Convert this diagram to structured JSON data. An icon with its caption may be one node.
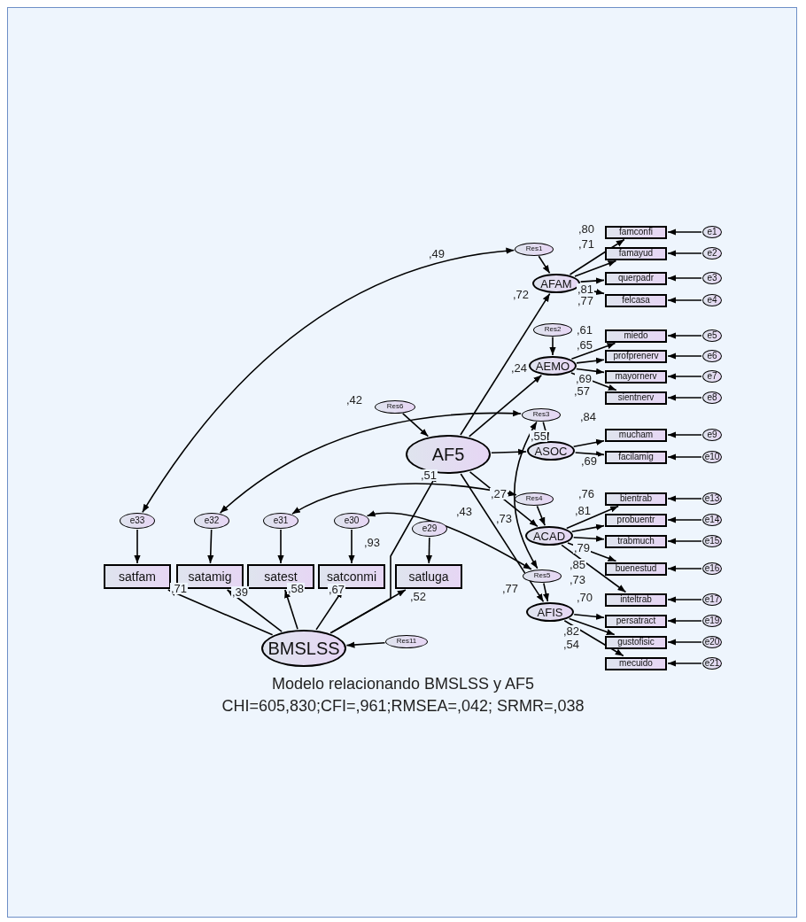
{
  "diagram": {
    "nodes": [
      {
        "text": [
          "Res1"
        ]
      },
      {
        "text": [
          "AFAM"
        ]
      },
      {
        "text": [
          "famconfi"
        ]
      },
      {
        "text": [
          "e1"
        ]
      },
      {
        "text": [
          "famayud"
        ]
      },
      {
        "text": [
          "e2"
        ]
      },
      {
        "text": [
          "querpadr"
        ]
      },
      {
        "text": [
          "e3"
        ]
      },
      {
        "text": [
          "felcasa"
        ]
      },
      {
        "text": [
          "e4"
        ]
      },
      {
        "text": [
          "Res2"
        ]
      },
      {
        "text": [
          "AEMO"
        ]
      },
      {
        "text": [
          "miedo"
        ]
      },
      {
        "text": [
          "e5"
        ]
      },
      {
        "text": [
          "profprenerv"
        ]
      },
      {
        "text": [
          "e6"
        ]
      },
      {
        "text": [
          "mayornerv"
        ]
      },
      {
        "text": [
          "e7"
        ]
      },
      {
        "text": [
          "sientnerv"
        ]
      },
      {
        "text": [
          "e8"
        ]
      },
      {
        "text": [
          "Res6"
        ]
      },
      {
        "text": [
          "Res3"
        ]
      },
      {
        "text": [
          "AF5"
        ]
      },
      {
        "text": [
          "ASOC"
        ]
      },
      {
        "text": [
          "mucham"
        ]
      },
      {
        "text": [
          "e9"
        ]
      },
      {
        "text": [
          "facilamig"
        ]
      },
      {
        "text": [
          "e10"
        ]
      },
      {
        "text": [
          "Res4"
        ]
      },
      {
        "text": [
          "ACAD"
        ]
      },
      {
        "text": [
          "bientrab"
        ]
      },
      {
        "text": [
          "e13"
        ]
      },
      {
        "text": [
          "probuentr"
        ]
      },
      {
        "text": [
          "e14"
        ]
      },
      {
        "text": [
          "trabmuch"
        ]
      },
      {
        "text": [
          "e15"
        ]
      },
      {
        "text": [
          "buenestud"
        ]
      },
      {
        "text": [
          "e16"
        ]
      },
      {
        "text": [
          "inteltrab"
        ]
      },
      {
        "text": [
          "e17"
        ]
      },
      {
        "text": [
          "e33"
        ]
      },
      {
        "text": [
          "e32"
        ]
      },
      {
        "text": [
          "e31"
        ]
      },
      {
        "text": [
          "e30"
        ]
      },
      {
        "text": [
          "e29"
        ]
      },
      {
        "text": [
          "satfam"
        ]
      },
      {
        "text": [
          "satamig"
        ]
      },
      {
        "text": [
          "satest"
        ]
      },
      {
        "text": [
          "satconmi"
        ]
      },
      {
        "text": [
          "satluga"
        ]
      },
      {
        "text": [
          "Res5"
        ]
      },
      {
        "text": [
          "AFIS"
        ]
      },
      {
        "text": [
          "persatract"
        ]
      },
      {
        "text": [
          "e19"
        ]
      },
      {
        "text": [
          "gustofisic"
        ]
      },
      {
        "text": [
          "e20"
        ]
      },
      {
        "text": [
          "mecuido"
        ]
      },
      {
        "text": [
          "e21"
        ]
      },
      {
        "text": [
          "BMSLSS"
        ]
      },
      {
        "text": [
          "Res11"
        ]
      }
    ],
    "edges": [
      {
        "from": 0,
        "to": 1,
        "arrow": "to"
      },
      {
        "from": 10,
        "to": 11,
        "arrow": "to"
      },
      {
        "from": 21,
        "to": 23,
        "arrow": "to"
      },
      {
        "from": 28,
        "to": 29,
        "arrow": "to"
      },
      {
        "from": 50,
        "to": 51,
        "arrow": "to"
      },
      {
        "from": 20,
        "to": 22,
        "arrow": "to"
      },
      {
        "from": 59,
        "to": 58,
        "arrow": "to"
      },
      {
        "from": 22,
        "to": 1,
        "arrow": "to"
      },
      {
        "from": 22,
        "to": 11,
        "arrow": "to"
      },
      {
        "from": 22,
        "to": 23,
        "arrow": "to"
      },
      {
        "from": 22,
        "to": 29,
        "arrow": "to"
      },
      {
        "from": 22,
        "to": 51,
        "arrow": "to"
      },
      {
        "from": 58,
        "to": 22,
        "arrow": "to"
      },
      {
        "from": 58,
        "to": 45,
        "arrow": "to"
      },
      {
        "from": 58,
        "to": 46,
        "arrow": "to"
      },
      {
        "from": 58,
        "to": 47,
        "arrow": "to"
      },
      {
        "from": 58,
        "to": 48,
        "arrow": "to"
      },
      {
        "from": 58,
        "to": 49,
        "arrow": "to"
      },
      {
        "from": 40,
        "to": 45,
        "arrow": "to"
      },
      {
        "from": 41,
        "to": 46,
        "arrow": "to"
      },
      {
        "from": 42,
        "to": 47,
        "arrow": "to"
      },
      {
        "from": 43,
        "to": 48,
        "arrow": "to"
      },
      {
        "from": 44,
        "to": 49,
        "arrow": "to"
      },
      {
        "from": 1,
        "to": 2,
        "arrow": "to"
      },
      {
        "from": 1,
        "to": 4,
        "arrow": "to"
      },
      {
        "from": 1,
        "to": 6,
        "arrow": "to"
      },
      {
        "from": 1,
        "to": 8,
        "arrow": "to"
      },
      {
        "from": 3,
        "to": 2,
        "arrow": "to"
      },
      {
        "from": 5,
        "to": 4,
        "arrow": "to"
      },
      {
        "from": 7,
        "to": 6,
        "arrow": "to"
      },
      {
        "from": 9,
        "to": 8,
        "arrow": "to"
      },
      {
        "from": 11,
        "to": 12,
        "arrow": "to"
      },
      {
        "from": 11,
        "to": 14,
        "arrow": "to"
      },
      {
        "from": 11,
        "to": 16,
        "arrow": "to"
      },
      {
        "from": 11,
        "to": 18,
        "arrow": "to"
      },
      {
        "from": 13,
        "to": 12,
        "arrow": "to"
      },
      {
        "from": 15,
        "to": 14,
        "arrow": "to"
      },
      {
        "from": 17,
        "to": 16,
        "arrow": "to"
      },
      {
        "from": 19,
        "to": 18,
        "arrow": "to"
      },
      {
        "from": 23,
        "to": 24,
        "arrow": "to"
      },
      {
        "from": 23,
        "to": 26,
        "arrow": "to"
      },
      {
        "from": 25,
        "to": 24,
        "arrow": "to"
      },
      {
        "from": 27,
        "to": 26,
        "arrow": "to"
      },
      {
        "from": 29,
        "to": 30,
        "arrow": "to"
      },
      {
        "from": 29,
        "to": 32,
        "arrow": "to"
      },
      {
        "from": 29,
        "to": 34,
        "arrow": "to"
      },
      {
        "from": 29,
        "to": 36,
        "arrow": "to"
      },
      {
        "from": 29,
        "to": 38,
        "arrow": "to"
      },
      {
        "from": 31,
        "to": 30,
        "arrow": "to"
      },
      {
        "from": 33,
        "to": 32,
        "arrow": "to"
      },
      {
        "from": 35,
        "to": 34,
        "arrow": "to"
      },
      {
        "from": 37,
        "to": 36,
        "arrow": "to"
      },
      {
        "from": 39,
        "to": 38,
        "arrow": "to"
      },
      {
        "from": 51,
        "to": 52,
        "arrow": "to"
      },
      {
        "from": 51,
        "to": 54,
        "arrow": "to"
      },
      {
        "from": 51,
        "to": 56,
        "arrow": "to"
      },
      {
        "from": 53,
        "to": 52,
        "arrow": "to"
      },
      {
        "from": 55,
        "to": 54,
        "arrow": "to"
      },
      {
        "from": 57,
        "to": 56,
        "arrow": "to"
      },
      {
        "from": 40,
        "to": 0,
        "arrow": "both"
      },
      {
        "from": 41,
        "to": 21,
        "arrow": "both"
      },
      {
        "from": 42,
        "to": 28,
        "arrow": "both"
      },
      {
        "from": 43,
        "to": 50,
        "arrow": "both"
      },
      {
        "from": 21,
        "to": 50,
        "arrow": "both"
      }
    ],
    "labels": [
      ",49",
      ",80",
      ",71",
      ",72",
      ",81",
      ",77",
      ",61",
      ",65",
      ",24",
      ",69",
      ",57",
      ",42",
      ",84",
      ",55",
      ",51",
      ",69",
      ",76",
      ",27",
      ",81",
      ",43",
      ",73",
      ",79",
      ",85",
      ",93",
      ",73",
      ",77",
      ",70",
      ",82",
      ",54",
      ",71",
      ",39",
      ",58",
      ",67",
      ",52",
      "Modelo relacionando BMSLSS y AF5",
      "CHI=605,830;CFI=,961;RMSEA=,042; SRMR=,038"
    ]
  }
}
